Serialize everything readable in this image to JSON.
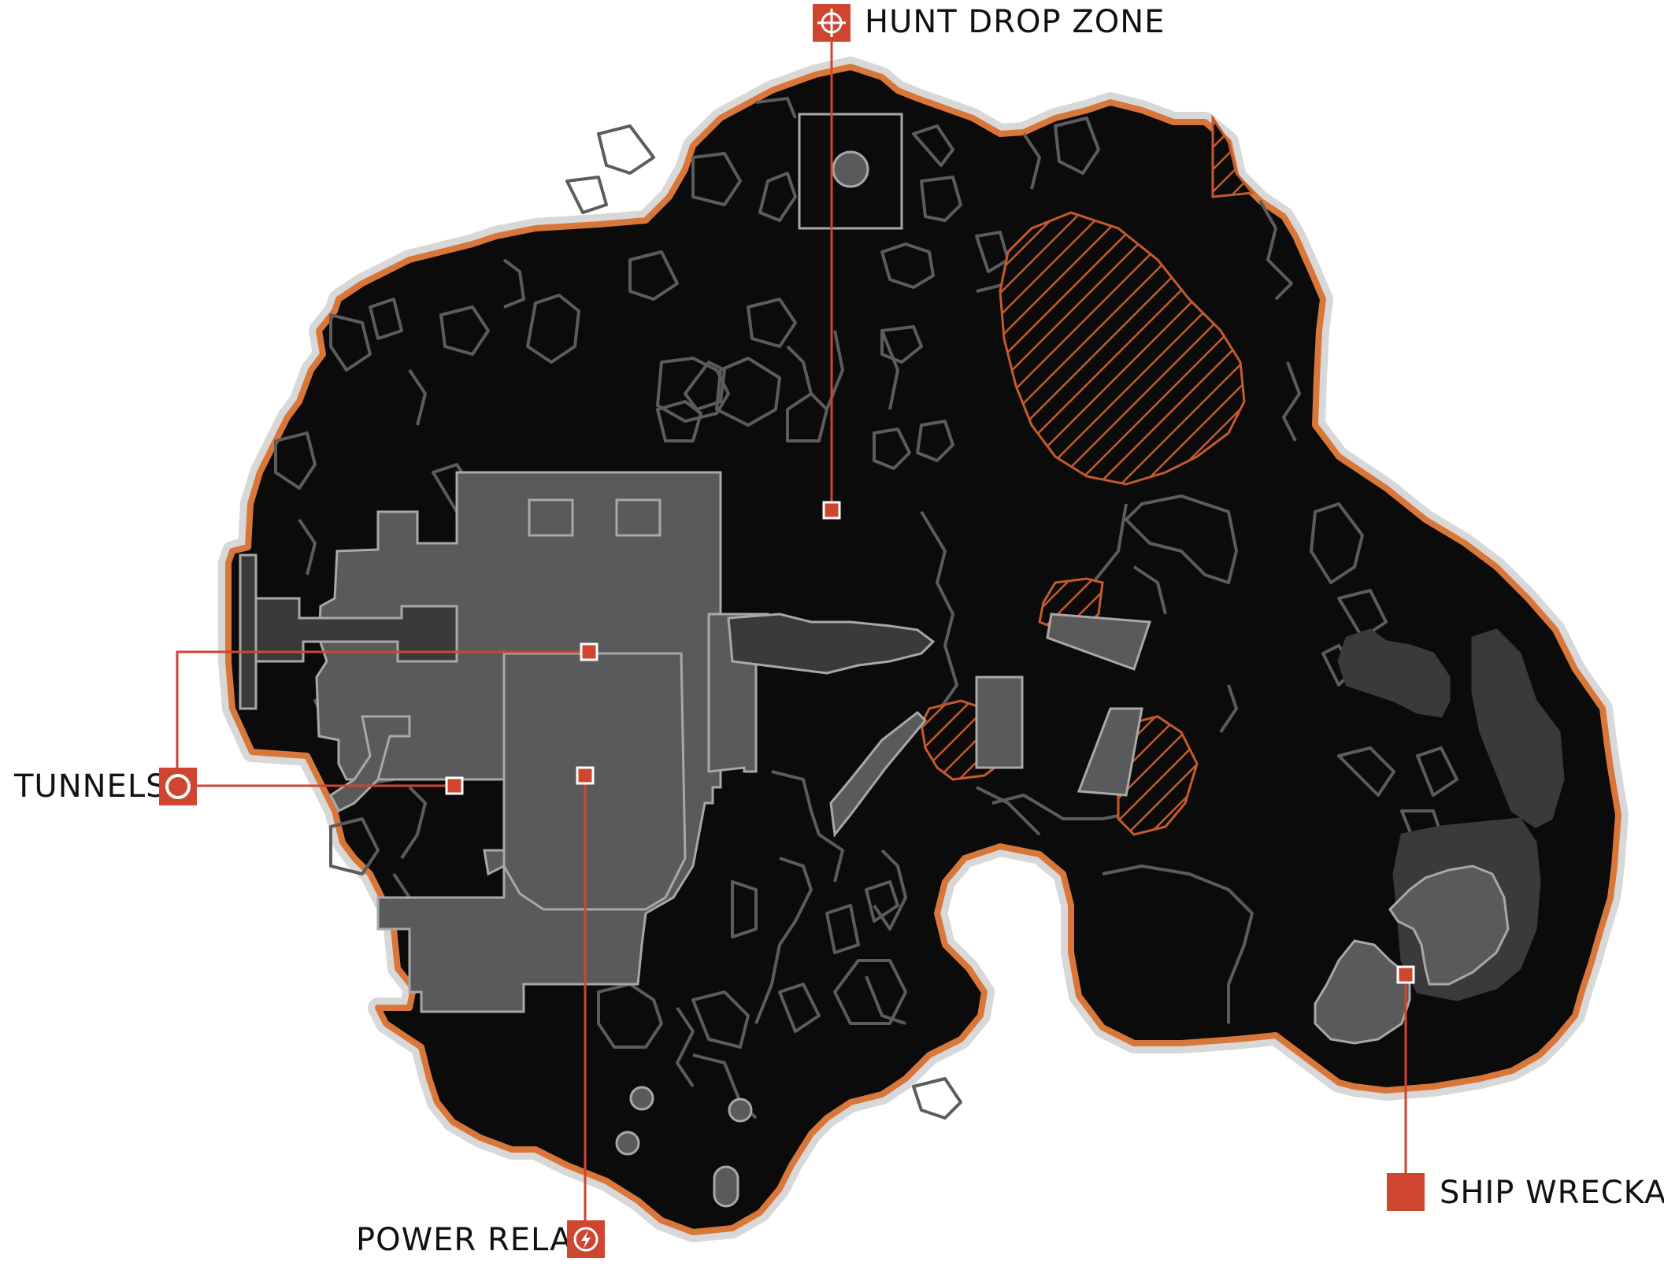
{
  "map": {
    "colors": {
      "land": "#0b0b0b",
      "outline_orange": "#d9773a",
      "outline_white": "#d8d8d8",
      "building_light": "#5a5a5c",
      "building_dark": "#3a3a3a",
      "marker": "#cf4630",
      "hatch": "#c55a2e",
      "contour": "#5c5c5c",
      "text": "#111111"
    },
    "markers": [
      {
        "id": "hunt-drop-zone",
        "label": "HUNT DROP ZONE",
        "icon": "crosshair-icon"
      },
      {
        "id": "tunnels",
        "label": "TUNNELS",
        "icon": "ring-icon"
      },
      {
        "id": "power-relay",
        "label": "POWER RELAY",
        "icon": "lightning-bolt-icon"
      },
      {
        "id": "ship-wreckage",
        "label": "SHIP WRECKAGE",
        "icon": "square-icon"
      }
    ]
  }
}
